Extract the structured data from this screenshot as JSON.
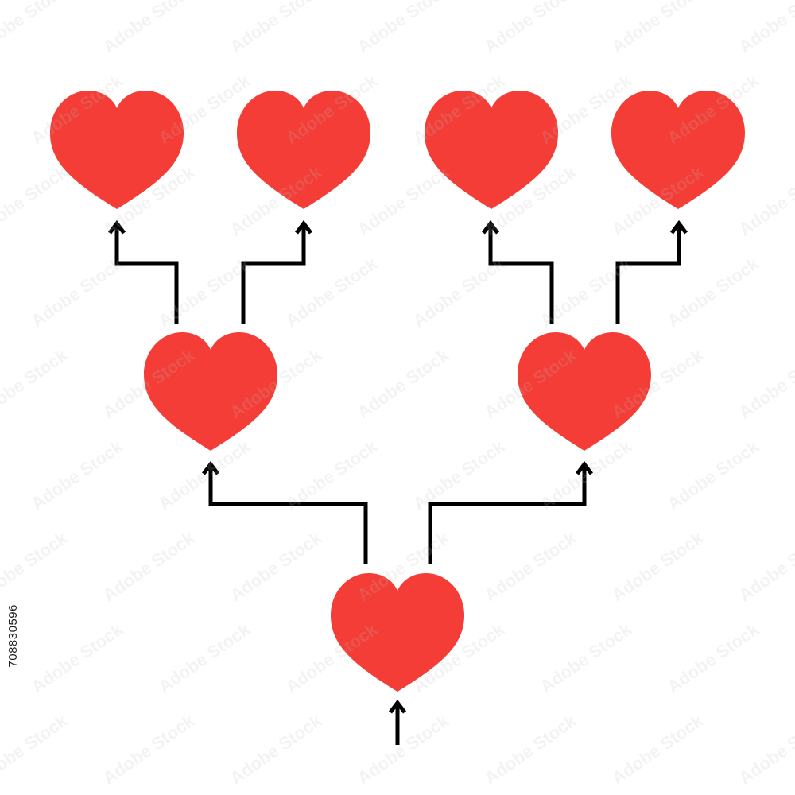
{
  "colors": {
    "heart": "#f33d36",
    "connector": "#000000",
    "background": "#ffffff"
  },
  "diagram": {
    "type": "binary-tree",
    "node_icon": "heart-icon",
    "levels": [
      {
        "level": 0,
        "count": 1
      },
      {
        "level": 1,
        "count": 2
      },
      {
        "level": 2,
        "count": 4
      }
    ]
  },
  "stock_id": "708830596",
  "watermark": "Adobe Stock"
}
